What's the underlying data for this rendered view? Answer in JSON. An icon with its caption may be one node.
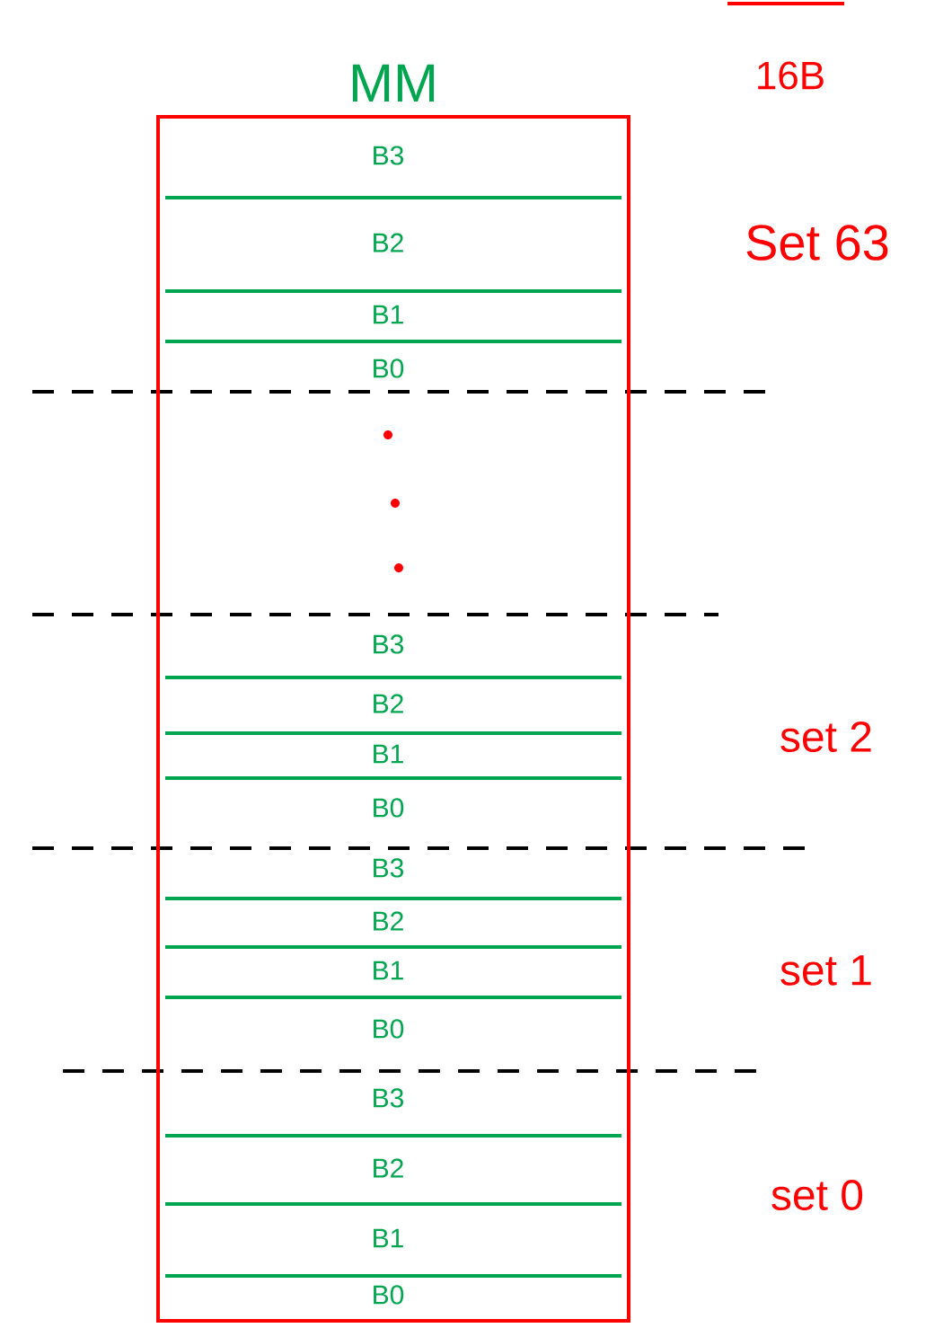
{
  "diagram": {
    "nodes": [
      {
        "text": [
          "MM"
        ]
      },
      {
        "text": [
          "B3"
        ],
        "in": 0
      },
      {
        "text": [
          "B2"
        ],
        "in": 0
      },
      {
        "text": [
          "B1"
        ],
        "in": 0
      },
      {
        "text": [
          "B0"
        ],
        "in": 0
      },
      {
        "text": [
          "B3"
        ],
        "in": 0
      },
      {
        "text": [
          "B2"
        ],
        "in": 0
      },
      {
        "text": [
          "B1"
        ],
        "in": 0
      },
      {
        "text": [
          "B0"
        ],
        "in": 0
      },
      {
        "text": [
          "B3"
        ],
        "in": 0
      },
      {
        "text": [
          "B2"
        ],
        "in": 0
      },
      {
        "text": [
          "B1"
        ],
        "in": 0
      },
      {
        "text": [
          "B0"
        ],
        "in": 0
      },
      {
        "text": [
          "B3"
        ],
        "in": 0
      },
      {
        "text": [
          "B2"
        ],
        "in": 0
      },
      {
        "text": [
          "B1"
        ],
        "in": 0
      },
      {
        "text": [
          "B0"
        ],
        "in": 0
      }
    ],
    "labels": [
      "16B",
      "Set 63",
      "set 2",
      "set 1",
      "set 0"
    ]
  }
}
